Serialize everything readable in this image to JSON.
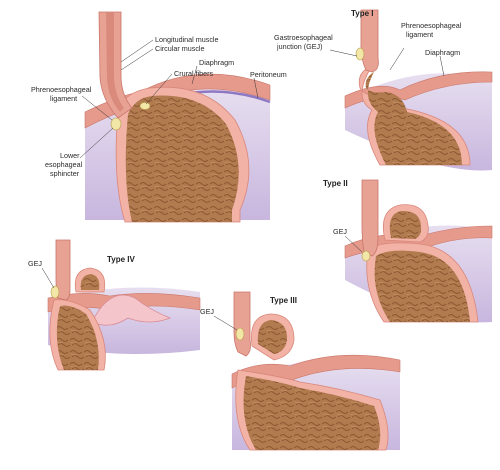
{
  "colors": {
    "stomach": "#b07a4e",
    "stomach_light": "#c99a6a",
    "stomach_rugae": "#8f5c35",
    "wall": "#f2b3a6",
    "wall_edge": "#d9867a",
    "esophagus": "#e8a293",
    "diaphragm": "#e69a8c",
    "peritoneum": "#9b86c9",
    "fat": "#f3e7a8",
    "cavity": "#d9cde8",
    "leader": "#333333"
  },
  "normal": {
    "labels": {
      "longitudinal_muscle": "Longitudinal muscle",
      "circular_muscle": "Circular muscle",
      "crural_fibers": "Crural fibers",
      "diaphragm": "Diaphragm",
      "peritoneum": "Peritoneum",
      "phrenoesophageal_1": "Phrenoesophageal",
      "phrenoesophageal_2": "ligament",
      "les_1": "Lower",
      "les_2": "esophageal",
      "les_3": "sphincter"
    }
  },
  "type1": {
    "title": "Type I",
    "labels": {
      "gej_1": "Gastroesophageal",
      "gej_2": "junction (GEJ)",
      "pel_1": "Phrenoesophageal",
      "pel_2": "ligament",
      "diaphragm": "Diaphragm"
    }
  },
  "type2": {
    "title": "Type II",
    "gej": "GEJ"
  },
  "type3": {
    "title": "Type III",
    "gej": "GEJ"
  },
  "type4": {
    "title": "Type IV",
    "gej": "GEJ"
  }
}
